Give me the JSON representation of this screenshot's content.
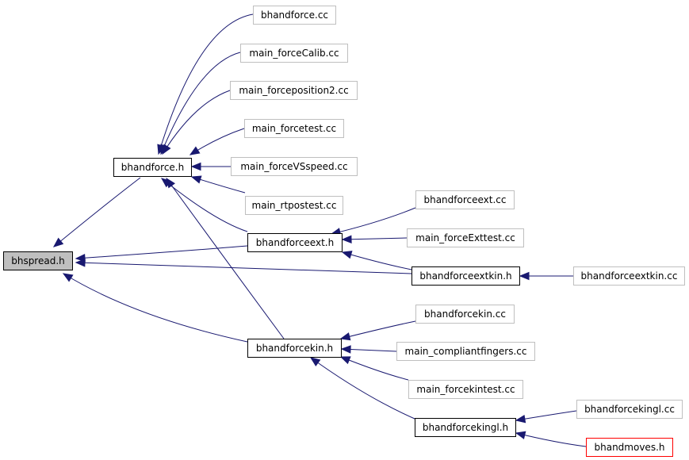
{
  "graph": {
    "colors": {
      "edge": "#191970",
      "root_fill": "#bfbfbf"
    },
    "nodes": [
      {
        "id": "bhspread",
        "label": "bhspread.h",
        "kind": "root"
      },
      {
        "id": "bhandforce",
        "label": "bhandforce.h",
        "kind": "header"
      },
      {
        "id": "bhandforceext",
        "label": "bhandforceext.h",
        "kind": "header"
      },
      {
        "id": "bhandforceextkin",
        "label": "bhandforceextkin.h",
        "kind": "header"
      },
      {
        "id": "bhandforcekin",
        "label": "bhandforcekin.h",
        "kind": "header"
      },
      {
        "id": "bhandforcekingl",
        "label": "bhandforcekingl.h",
        "kind": "header"
      },
      {
        "id": "bhandmoves",
        "label": "bhandmoves.h",
        "kind": "truncated"
      },
      {
        "id": "bhandforce_cc",
        "label": "bhandforce.cc",
        "kind": "source"
      },
      {
        "id": "main_forceCalib",
        "label": "main_forceCalib.cc",
        "kind": "source"
      },
      {
        "id": "main_forcepos2",
        "label": "main_forceposition2.cc",
        "kind": "source"
      },
      {
        "id": "main_forcetest",
        "label": "main_forcetest.cc",
        "kind": "source"
      },
      {
        "id": "main_forceVS",
        "label": "main_forceVSspeed.cc",
        "kind": "source"
      },
      {
        "id": "main_rtpostest",
        "label": "main_rtpostest.cc",
        "kind": "source"
      },
      {
        "id": "bhandforceext_cc",
        "label": "bhandforceext.cc",
        "kind": "source"
      },
      {
        "id": "main_forceExt",
        "label": "main_forceExttest.cc",
        "kind": "source"
      },
      {
        "id": "bhandforceextkin_cc",
        "label": "bhandforceextkin.cc",
        "kind": "source"
      },
      {
        "id": "bhandforcekin_cc",
        "label": "bhandforcekin.cc",
        "kind": "source"
      },
      {
        "id": "main_compliant",
        "label": "main_compliantfingers.cc",
        "kind": "source"
      },
      {
        "id": "main_forcekin",
        "label": "main_forcekintest.cc",
        "kind": "source"
      },
      {
        "id": "bhandforcekingl_cc",
        "label": "bhandforcekingl.cc",
        "kind": "source"
      }
    ],
    "edges": [
      [
        "bhandforce",
        "bhspread"
      ],
      [
        "bhandforceext",
        "bhspread"
      ],
      [
        "bhandforceextkin",
        "bhspread"
      ],
      [
        "bhandforcekin",
        "bhspread"
      ],
      [
        "bhandforce_cc",
        "bhandforce"
      ],
      [
        "main_forceCalib",
        "bhandforce"
      ],
      [
        "main_forcepos2",
        "bhandforce"
      ],
      [
        "main_forcetest",
        "bhandforce"
      ],
      [
        "main_forceVS",
        "bhandforce"
      ],
      [
        "main_rtpostest",
        "bhandforce"
      ],
      [
        "bhandforceext",
        "bhandforce"
      ],
      [
        "bhandforcekin",
        "bhandforce"
      ],
      [
        "bhandforceext_cc",
        "bhandforceext"
      ],
      [
        "main_forceExt",
        "bhandforceext"
      ],
      [
        "bhandforceextkin",
        "bhandforceext"
      ],
      [
        "bhandforceextkin_cc",
        "bhandforceextkin"
      ],
      [
        "bhandforcekin_cc",
        "bhandforcekin"
      ],
      [
        "main_compliant",
        "bhandforcekin"
      ],
      [
        "main_forcekin",
        "bhandforcekin"
      ],
      [
        "bhandforcekingl",
        "bhandforcekin"
      ],
      [
        "bhandforcekingl_cc",
        "bhandforcekingl"
      ],
      [
        "bhandmoves",
        "bhandforcekingl"
      ]
    ]
  }
}
